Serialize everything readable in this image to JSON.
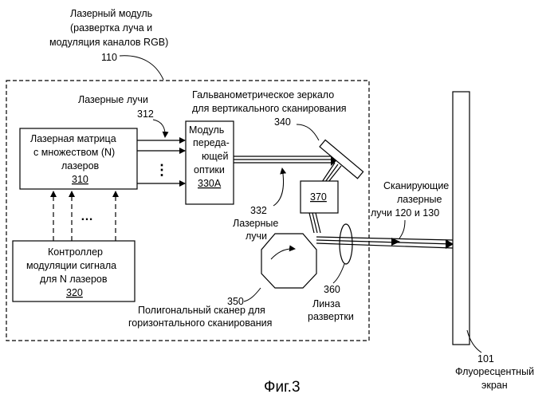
{
  "module_label": {
    "lines": [
      "Лазерный модуль",
      "(развертка луча и",
      "модуляция каналов RGB)"
    ],
    "ref": "110"
  },
  "laser_beams_top": {
    "text": "Лазерные лучи",
    "ref": "312"
  },
  "galvo_label": {
    "lines": [
      "Гальванометрическое зеркало",
      "для вертикального сканирования"
    ],
    "ref": "340"
  },
  "laser_array": {
    "lines": [
      "Лазерная матрица",
      "с множеством (N)",
      "лазеров"
    ],
    "ref": "310"
  },
  "optics": {
    "lines": [
      "Модуль",
      "переда-",
      "ющей",
      "оптики"
    ],
    "ref": "330A"
  },
  "block_370": "370",
  "laser_beams_mid": {
    "ref": "332",
    "lines": [
      "Лазерные",
      "лучи"
    ]
  },
  "scan_beams": {
    "lines": [
      "Сканирующие",
      "лазерные",
      "лучи 120 и 130"
    ]
  },
  "controller": {
    "lines": [
      "Контроллер",
      "модуляции сигнала",
      "для N лазеров"
    ],
    "ref": "320"
  },
  "polygon": {
    "ref": "350",
    "lines": [
      "Полигональный сканер для",
      "горизонтального сканирования"
    ]
  },
  "lens": {
    "ref": "360",
    "lines": [
      "Линза",
      "развертки"
    ]
  },
  "screen": {
    "ref": "101",
    "lines": [
      "Флуоресцентный",
      "экран"
    ]
  },
  "figure_caption": "Фиг.3",
  "dots_vertical": "⋮",
  "dots_horizontal": "…"
}
